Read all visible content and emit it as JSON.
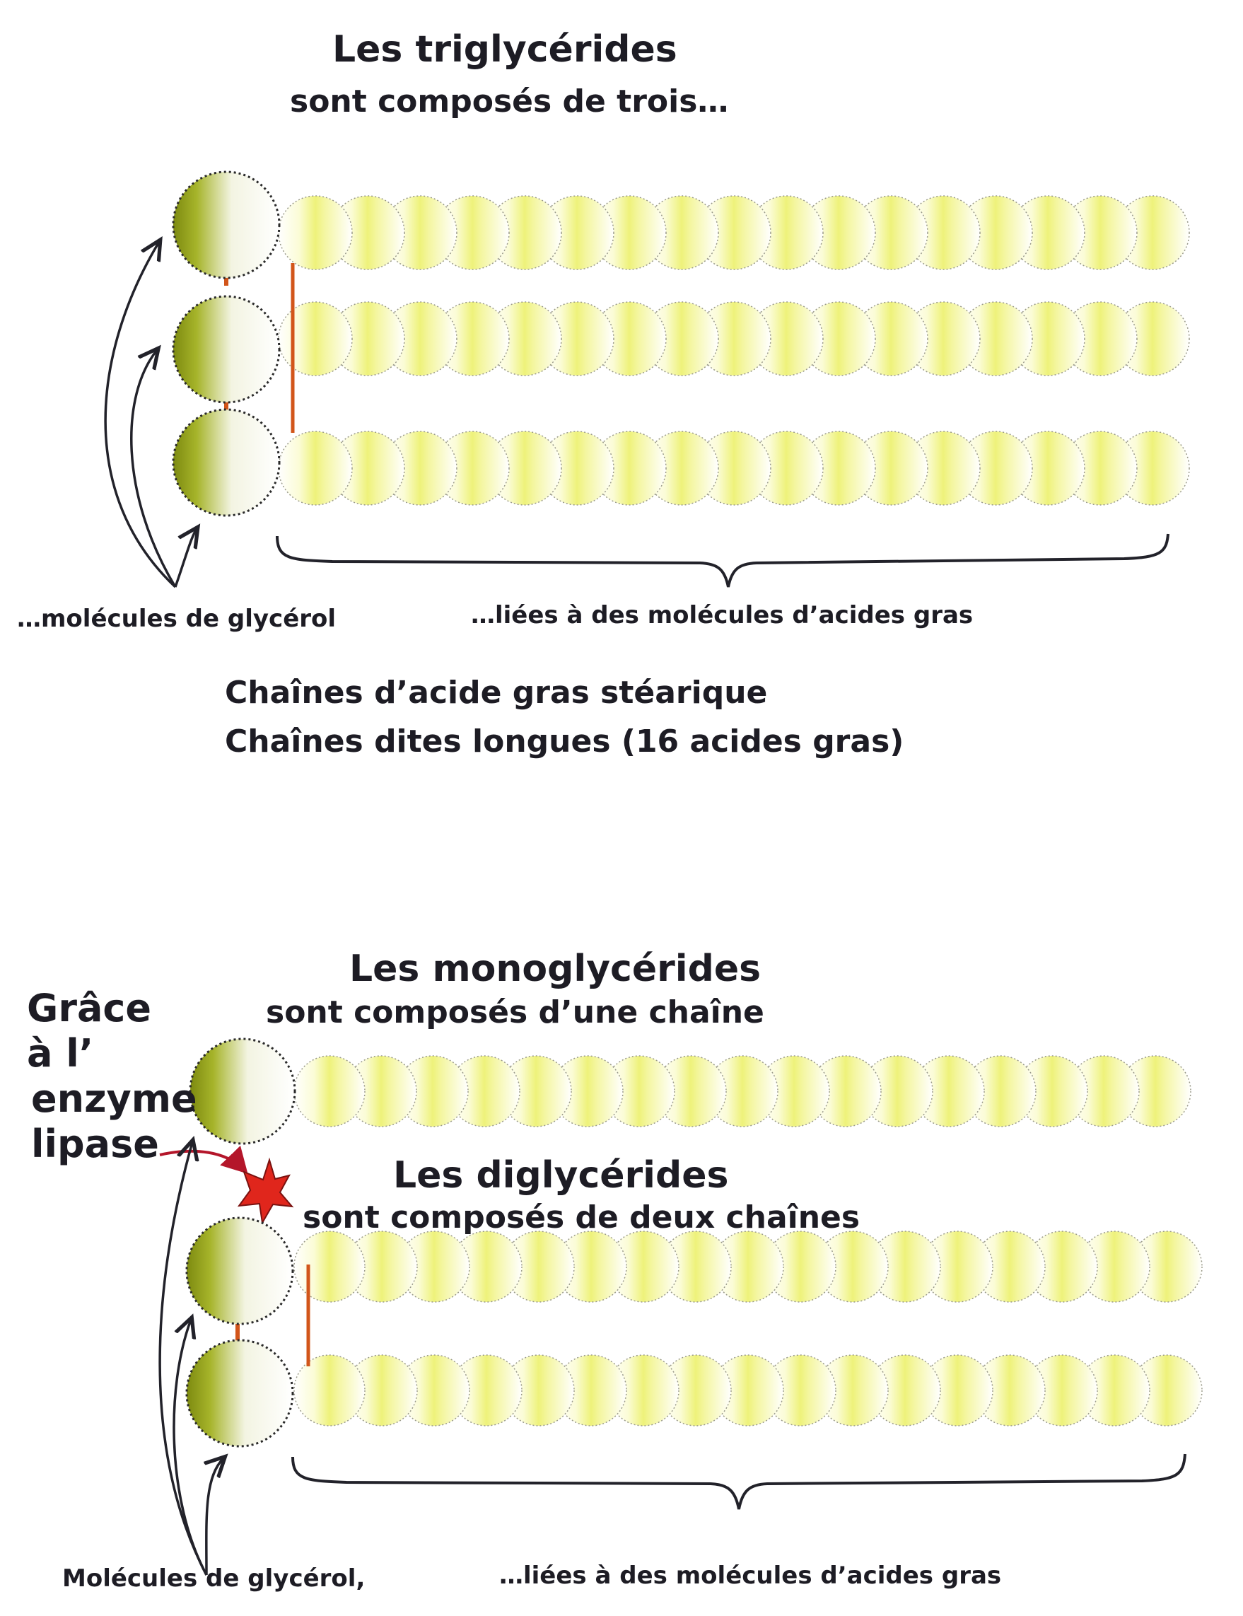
{
  "triglycerides": {
    "title": "Les triglycérides",
    "subtitle": "sont  composés de trois…",
    "label_glycerol": "…molécules de glycérol",
    "label_fatty_acids": "…liées à des molécules d’acides gras",
    "note_line1": "Chaînes d’acide gras stéarique",
    "note_line2": "Chaînes dites longues (16 acides gras)",
    "glycerol_count": 3,
    "chain_count": 3,
    "beads_per_chain": 17
  },
  "monoglycerides": {
    "title": "Les monoglycérides",
    "subtitle": "sont  composés d’une chaîne",
    "glycerol_count": 1,
    "chain_count": 1,
    "beads_per_chain": 17
  },
  "diglycerides": {
    "title": "Les diglycérides",
    "subtitle": "sont composés de deux chaînes",
    "label_glycerol": "Molécules de glycérol,",
    "label_fatty_acids": "…liées à des molécules d’acides gras",
    "glycerol_count": 2,
    "chain_count": 2,
    "beads_per_chain": 17
  },
  "lipase": {
    "line1": "Grâce",
    "line2": "à l’",
    "line3": "enzyme",
    "line4": "lipase",
    "burst_color": "#e0261c"
  },
  "colors": {
    "glycerol_dark": "#7d8a10",
    "bead_yellow": "#eef27a",
    "link": "#d2551a",
    "arrow": "#22222a"
  }
}
